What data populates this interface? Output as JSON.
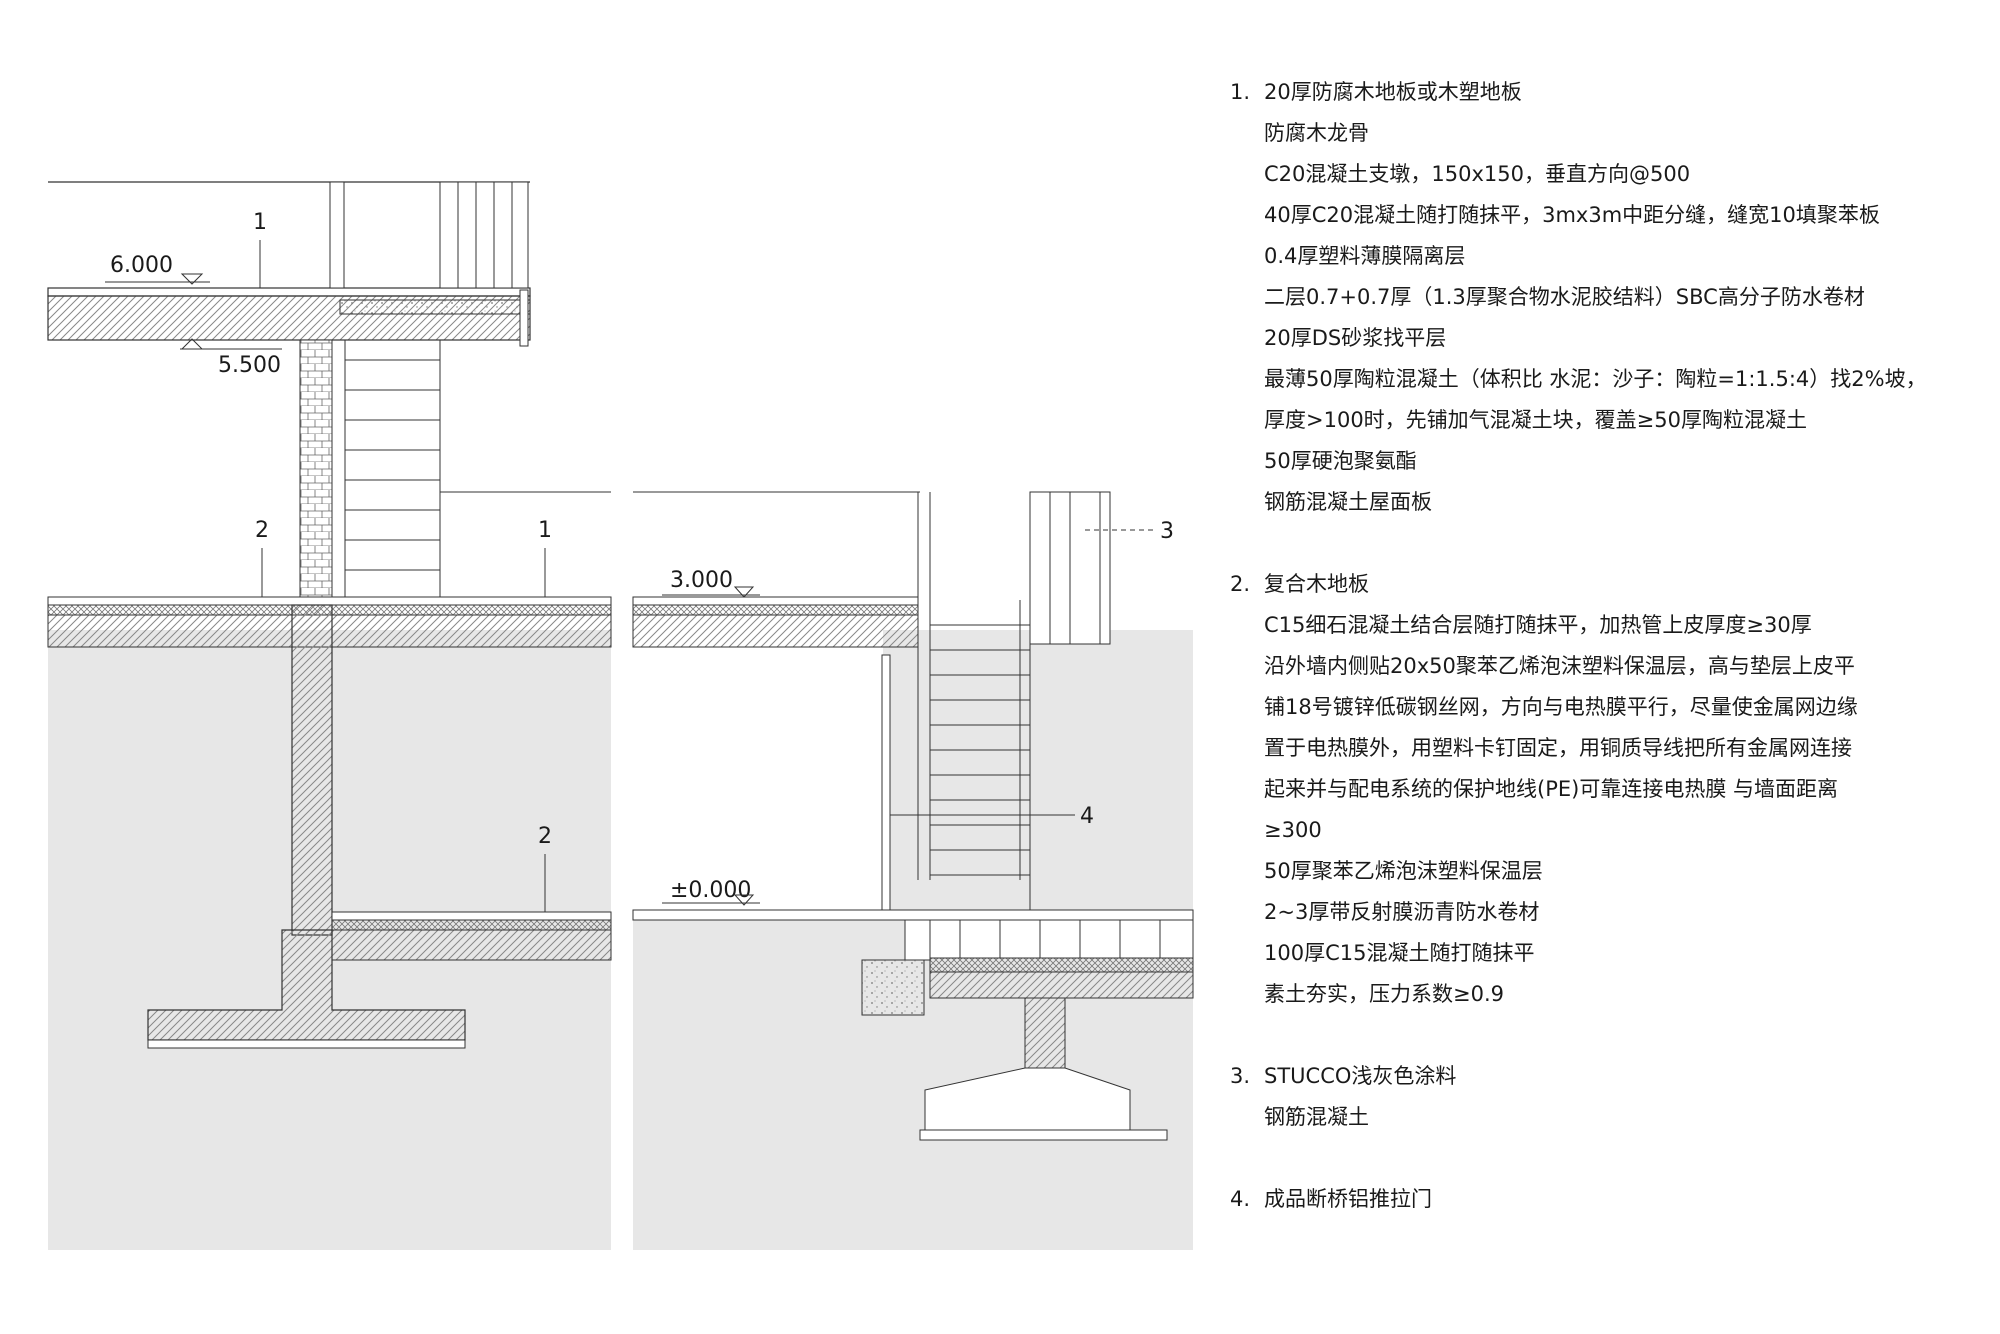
{
  "levels": [
    "6.000",
    "5.500",
    "3.000",
    "±0.000"
  ],
  "callouts": [
    "1",
    "1",
    "2",
    "2",
    "3",
    "4"
  ],
  "notes": [
    {
      "number": "1.",
      "lines": [
        "20厚防腐木地板或木塑地板",
        "防腐木龙骨",
        "C20混凝土支墩，150x150，垂直方向@500",
        "40厚C20混凝土随打随抹平，3mx3m中距分缝，缝宽10填聚苯板",
        "0.4厚塑料薄膜隔离层",
        "二层0.7+0.7厚（1.3厚聚合物水泥胶结料）SBC高分子防水卷材",
        "20厚DS砂浆找平层",
        "最薄50厚陶粒混凝土（体积比 水泥：沙子：陶粒=1:1.5:4）找2%坡，",
        "厚度>100时，先铺加气混凝土块，覆盖≥50厚陶粒混凝土",
        "50厚硬泡聚氨酯",
        "钢筋混凝土屋面板"
      ]
    },
    {
      "number": "2.",
      "lines": [
        "复合木地板",
        "C15细石混凝土结合层随打随抹平，加热管上皮厚度≥30厚",
        "沿外墙内侧贴20x50聚苯乙烯泡沫塑料保温层，高与垫层上皮平",
        "铺18号镀锌低碳钢丝网，方向与电热膜平行，尽量使金属网边缘",
        "置于电热膜外，用塑料卡钉固定，用铜质导线把所有金属网连接",
        "起来并与配电系统的保护地线(PE)可靠连接电热膜 与墙面距离",
        "≥300",
        "50厚聚苯乙烯泡沫塑料保温层",
        "2~3厚带反射膜沥青防水卷材",
        "100厚C15混凝土随打随抹平",
        "素土夯实，压力系数≥0.9"
      ]
    },
    {
      "number": "3.",
      "lines": [
        "STUCCO浅灰色涂料",
        "钢筋混凝土"
      ]
    },
    {
      "number": "4.",
      "lines": [
        "成品断桥铝推拉门"
      ]
    }
  ]
}
